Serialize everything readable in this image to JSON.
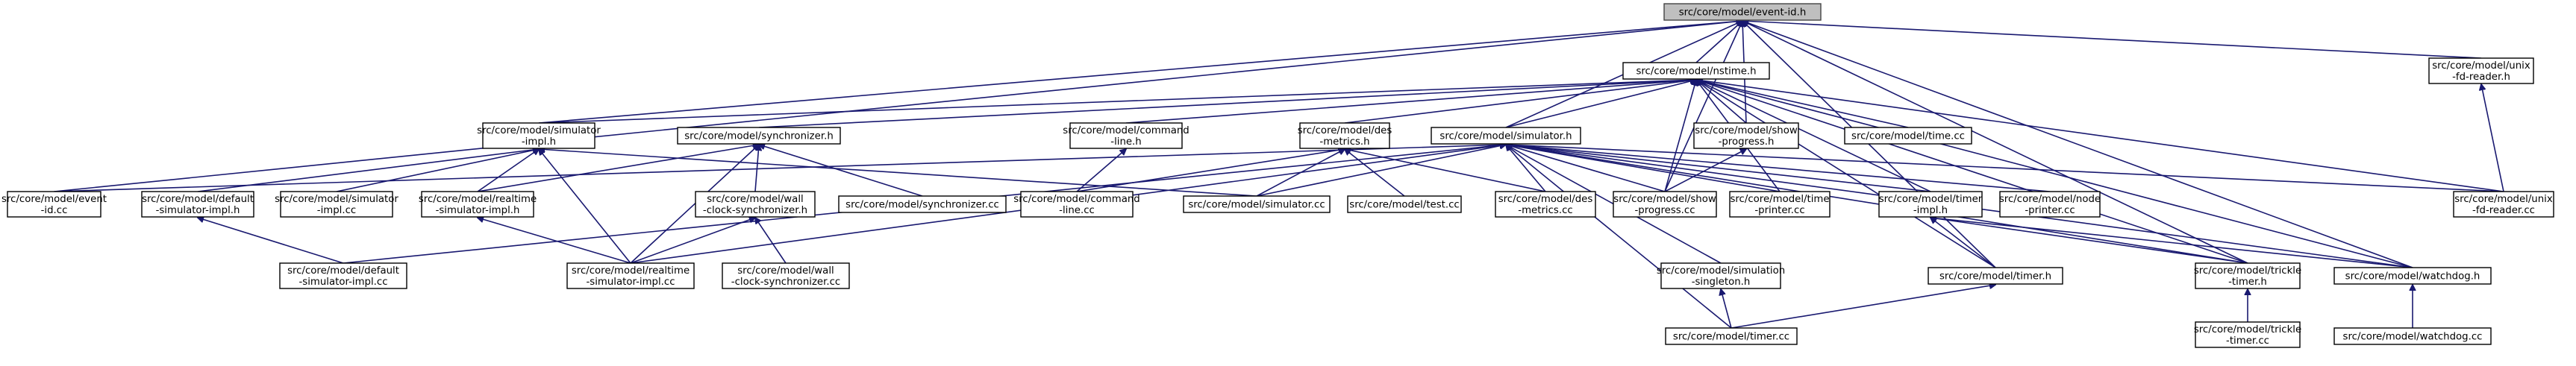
{
  "nodes": [
    {
      "id": "event_id_h",
      "lines": [
        "src/core/model/event-id.h"
      ]
    },
    {
      "id": "nstime_h",
      "lines": [
        "src/core/model/nstime.h"
      ]
    },
    {
      "id": "unix_fd_reader_h",
      "lines": [
        "src/core/model/unix",
        "-fd-reader.h"
      ]
    },
    {
      "id": "simulator_impl_h",
      "lines": [
        "src/core/model/simulator",
        "-impl.h"
      ]
    },
    {
      "id": "synchronizer_h",
      "lines": [
        "src/core/model/synchronizer.h"
      ]
    },
    {
      "id": "command_line_h",
      "lines": [
        "src/core/model/command",
        "-line.h"
      ]
    },
    {
      "id": "des_metrics_h",
      "lines": [
        "src/core/model/des",
        "-metrics.h"
      ]
    },
    {
      "id": "simulator_h",
      "lines": [
        "src/core/model/simulator.h"
      ]
    },
    {
      "id": "show_progress_h",
      "lines": [
        "src/core/model/show",
        "-progress.h"
      ]
    },
    {
      "id": "time_cc",
      "lines": [
        "src/core/model/time.cc"
      ]
    },
    {
      "id": "event_id_cc",
      "lines": [
        "src/core/model/event",
        "-id.cc"
      ]
    },
    {
      "id": "default_simulator_impl_h",
      "lines": [
        "src/core/model/default",
        "-simulator-impl.h"
      ]
    },
    {
      "id": "simulator_impl_cc",
      "lines": [
        "src/core/model/simulator",
        "-impl.cc"
      ]
    },
    {
      "id": "realtime_simulator_impl_h",
      "lines": [
        "src/core/model/realtime",
        "-simulator-impl.h"
      ]
    },
    {
      "id": "wall_clock_synchronizer_h",
      "lines": [
        "src/core/model/wall",
        "-clock-synchronizer.h"
      ]
    },
    {
      "id": "synchronizer_cc",
      "lines": [
        "src/core/model/synchronizer.cc"
      ]
    },
    {
      "id": "command_line_cc",
      "lines": [
        "src/core/model/command",
        "-line.cc"
      ]
    },
    {
      "id": "simulator_cc",
      "lines": [
        "src/core/model/simulator.cc"
      ]
    },
    {
      "id": "test_cc",
      "lines": [
        "src/core/model/test.cc"
      ]
    },
    {
      "id": "des_metrics_cc",
      "lines": [
        "src/core/model/des",
        "-metrics.cc"
      ]
    },
    {
      "id": "show_progress_cc",
      "lines": [
        "src/core/model/show",
        "-progress.cc"
      ]
    },
    {
      "id": "time_printer_cc",
      "lines": [
        "src/core/model/time",
        "-printer.cc"
      ]
    },
    {
      "id": "timer_impl_h",
      "lines": [
        "src/core/model/timer",
        "-impl.h"
      ]
    },
    {
      "id": "node_printer_cc",
      "lines": [
        "src/core/model/node",
        "-printer.cc"
      ]
    },
    {
      "id": "unix_fd_reader_cc",
      "lines": [
        "src/core/model/unix",
        "-fd-reader.cc"
      ]
    },
    {
      "id": "default_simulator_impl_cc",
      "lines": [
        "src/core/model/default",
        "-simulator-impl.cc"
      ]
    },
    {
      "id": "realtime_simulator_impl_cc",
      "lines": [
        "src/core/model/realtime",
        "-simulator-impl.cc"
      ]
    },
    {
      "id": "wall_clock_synchronizer_cc",
      "lines": [
        "src/core/model/wall",
        "-clock-synchronizer.cc"
      ]
    },
    {
      "id": "simulation_singleton_h",
      "lines": [
        "src/core/model/simulation",
        "-singleton.h"
      ]
    },
    {
      "id": "timer_h",
      "lines": [
        "src/core/model/timer.h"
      ]
    },
    {
      "id": "trickle_timer_h",
      "lines": [
        "src/core/model/trickle",
        "-timer.h"
      ]
    },
    {
      "id": "watchdog_h",
      "lines": [
        "src/core/model/watchdog.h"
      ]
    },
    {
      "id": "timer_cc",
      "lines": [
        "src/core/model/timer.cc"
      ]
    },
    {
      "id": "trickle_timer_cc",
      "lines": [
        "src/core/model/trickle",
        "-timer.cc"
      ]
    },
    {
      "id": "watchdog_cc",
      "lines": [
        "src/core/model/watchdog.cc"
      ]
    }
  ],
  "edges": [
    [
      "event_id_h",
      "nstime_h"
    ],
    [
      "event_id_h",
      "unix_fd_reader_h"
    ],
    [
      "event_id_h",
      "simulator_impl_h"
    ],
    [
      "event_id_h",
      "simulator_h"
    ],
    [
      "event_id_h",
      "show_progress_h"
    ],
    [
      "event_id_h",
      "event_id_cc"
    ],
    [
      "event_id_h",
      "timer_h"
    ],
    [
      "event_id_h",
      "trickle_timer_h"
    ],
    [
      "event_id_h",
      "watchdog_h"
    ],
    [
      "event_id_h",
      "show_progress_cc"
    ],
    [
      "nstime_h",
      "simulator_impl_h"
    ],
    [
      "nstime_h",
      "synchronizer_h"
    ],
    [
      "nstime_h",
      "command_line_h"
    ],
    [
      "nstime_h",
      "des_metrics_h"
    ],
    [
      "nstime_h",
      "simulator_h"
    ],
    [
      "nstime_h",
      "show_progress_h"
    ],
    [
      "nstime_h",
      "time_cc"
    ],
    [
      "nstime_h",
      "time_printer_cc"
    ],
    [
      "nstime_h",
      "timer_impl_h"
    ],
    [
      "nstime_h",
      "timer_h"
    ],
    [
      "nstime_h",
      "trickle_timer_h"
    ],
    [
      "nstime_h",
      "watchdog_h"
    ],
    [
      "nstime_h",
      "show_progress_cc"
    ],
    [
      "nstime_h",
      "unix_fd_reader_cc"
    ],
    [
      "unix_fd_reader_h",
      "unix_fd_reader_cc"
    ],
    [
      "simulator_impl_h",
      "default_simulator_impl_h"
    ],
    [
      "simulator_impl_h",
      "simulator_impl_cc"
    ],
    [
      "simulator_impl_h",
      "realtime_simulator_impl_h"
    ],
    [
      "simulator_impl_h",
      "simulator_cc"
    ],
    [
      "simulator_impl_h",
      "realtime_simulator_impl_cc"
    ],
    [
      "synchronizer_h",
      "realtime_simulator_impl_h"
    ],
    [
      "synchronizer_h",
      "wall_clock_synchronizer_h"
    ],
    [
      "synchronizer_h",
      "synchronizer_cc"
    ],
    [
      "synchronizer_h",
      "realtime_simulator_impl_cc"
    ],
    [
      "command_line_h",
      "command_line_cc"
    ],
    [
      "des_metrics_h",
      "command_line_cc"
    ],
    [
      "des_metrics_h",
      "simulator_cc"
    ],
    [
      "des_metrics_h",
      "test_cc"
    ],
    [
      "des_metrics_h",
      "des_metrics_cc"
    ],
    [
      "simulator_h",
      "event_id_cc"
    ],
    [
      "simulator_h",
      "default_simulator_impl_cc"
    ],
    [
      "simulator_h",
      "realtime_simulator_impl_cc"
    ],
    [
      "simulator_h",
      "simulator_cc"
    ],
    [
      "simulator_h",
      "des_metrics_cc"
    ],
    [
      "simulator_h",
      "show_progress_cc"
    ],
    [
      "simulator_h",
      "time_printer_cc"
    ],
    [
      "simulator_h",
      "timer_impl_h"
    ],
    [
      "simulator_h",
      "node_printer_cc"
    ],
    [
      "simulator_h",
      "unix_fd_reader_cc"
    ],
    [
      "simulator_h",
      "simulation_singleton_h"
    ],
    [
      "simulator_h",
      "timer_cc"
    ],
    [
      "simulator_h",
      "trickle_timer_h"
    ],
    [
      "simulator_h",
      "watchdog_h"
    ],
    [
      "show_progress_h",
      "show_progress_cc"
    ],
    [
      "default_simulator_impl_h",
      "default_simulator_impl_cc"
    ],
    [
      "realtime_simulator_impl_h",
      "realtime_simulator_impl_cc"
    ],
    [
      "wall_clock_synchronizer_h",
      "realtime_simulator_impl_cc"
    ],
    [
      "wall_clock_synchronizer_h",
      "wall_clock_synchronizer_cc"
    ],
    [
      "simulation_singleton_h",
      "timer_cc"
    ],
    [
      "timer_impl_h",
      "timer_h"
    ],
    [
      "timer_impl_h",
      "trickle_timer_h"
    ],
    [
      "timer_impl_h",
      "watchdog_h"
    ],
    [
      "timer_h",
      "timer_cc"
    ],
    [
      "trickle_timer_h",
      "trickle_timer_cc"
    ],
    [
      "watchdog_h",
      "watchdog_cc"
    ]
  ]
}
